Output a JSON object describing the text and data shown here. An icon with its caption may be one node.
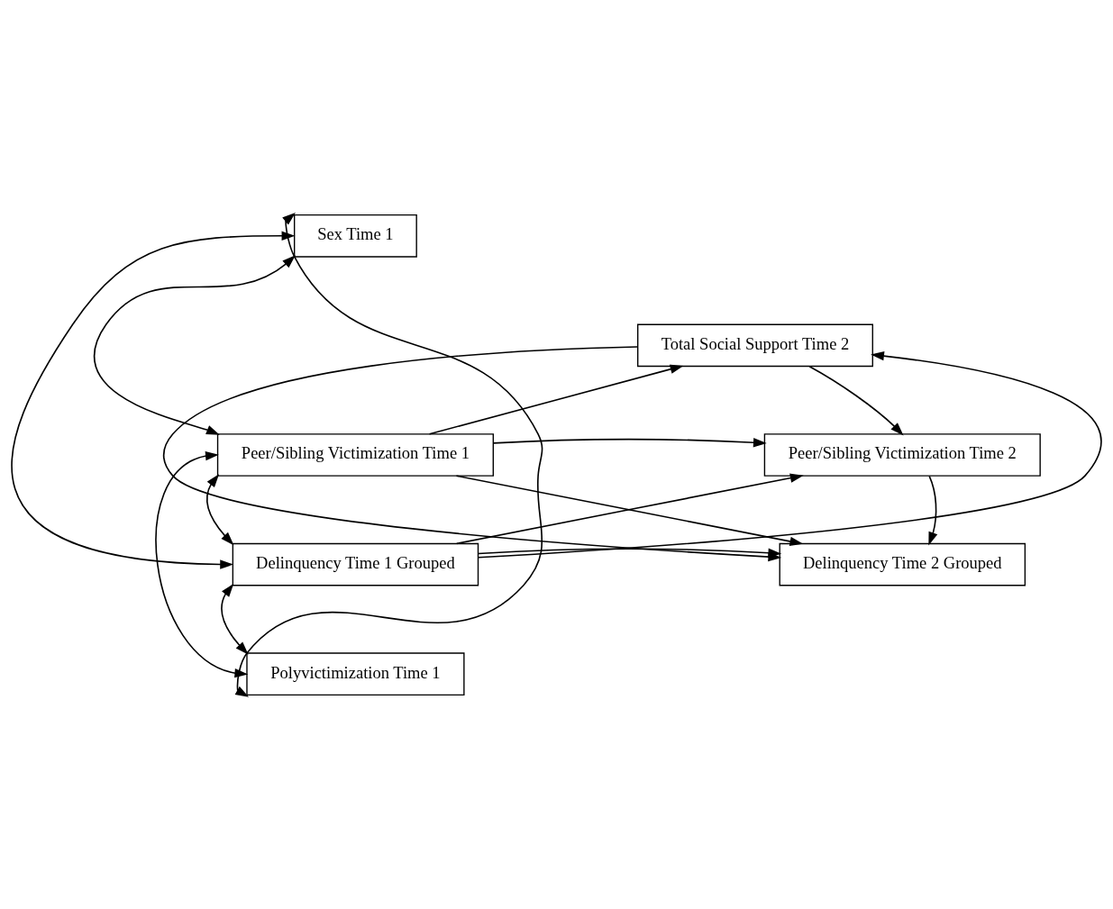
{
  "diagram": {
    "nodes": [
      {
        "text": [
          "Sex Time 1"
        ]
      },
      {
        "text": [
          "Total Social Support Time 2"
        ]
      },
      {
        "text": [
          "Peer/Sibling Victimization Time 1"
        ]
      },
      {
        "text": [
          "Peer/Sibling Victimization Time 2"
        ]
      },
      {
        "text": [
          "Delinquency Time 1 Grouped"
        ]
      },
      {
        "text": [
          "Delinquency Time 2 Grouped"
        ]
      },
      {
        "text": [
          "Polyvictimization Time 1"
        ]
      }
    ],
    "edges": [
      {
        "from": 0,
        "to": 2,
        "arrow": "both"
      },
      {
        "from": 0,
        "to": 4,
        "arrow": "both"
      },
      {
        "from": 0,
        "to": 6,
        "arrow": "both"
      },
      {
        "from": 2,
        "to": 4,
        "arrow": "both"
      },
      {
        "from": 2,
        "to": 6,
        "arrow": "both"
      },
      {
        "from": 4,
        "to": 6,
        "arrow": "both"
      },
      {
        "from": 2,
        "to": 1,
        "arrow": "to"
      },
      {
        "from": 2,
        "to": 3,
        "arrow": "to"
      },
      {
        "from": 2,
        "to": 5,
        "arrow": "to"
      },
      {
        "from": 1,
        "to": 3,
        "arrow": "to"
      },
      {
        "from": 1,
        "to": 5,
        "arrow": "to"
      },
      {
        "from": 4,
        "to": 1,
        "arrow": "to"
      },
      {
        "from": 4,
        "to": 3,
        "arrow": "to"
      },
      {
        "from": 3,
        "to": 5,
        "arrow": "to"
      },
      {
        "from": 4,
        "to": 5,
        "arrow": "to"
      }
    ]
  }
}
